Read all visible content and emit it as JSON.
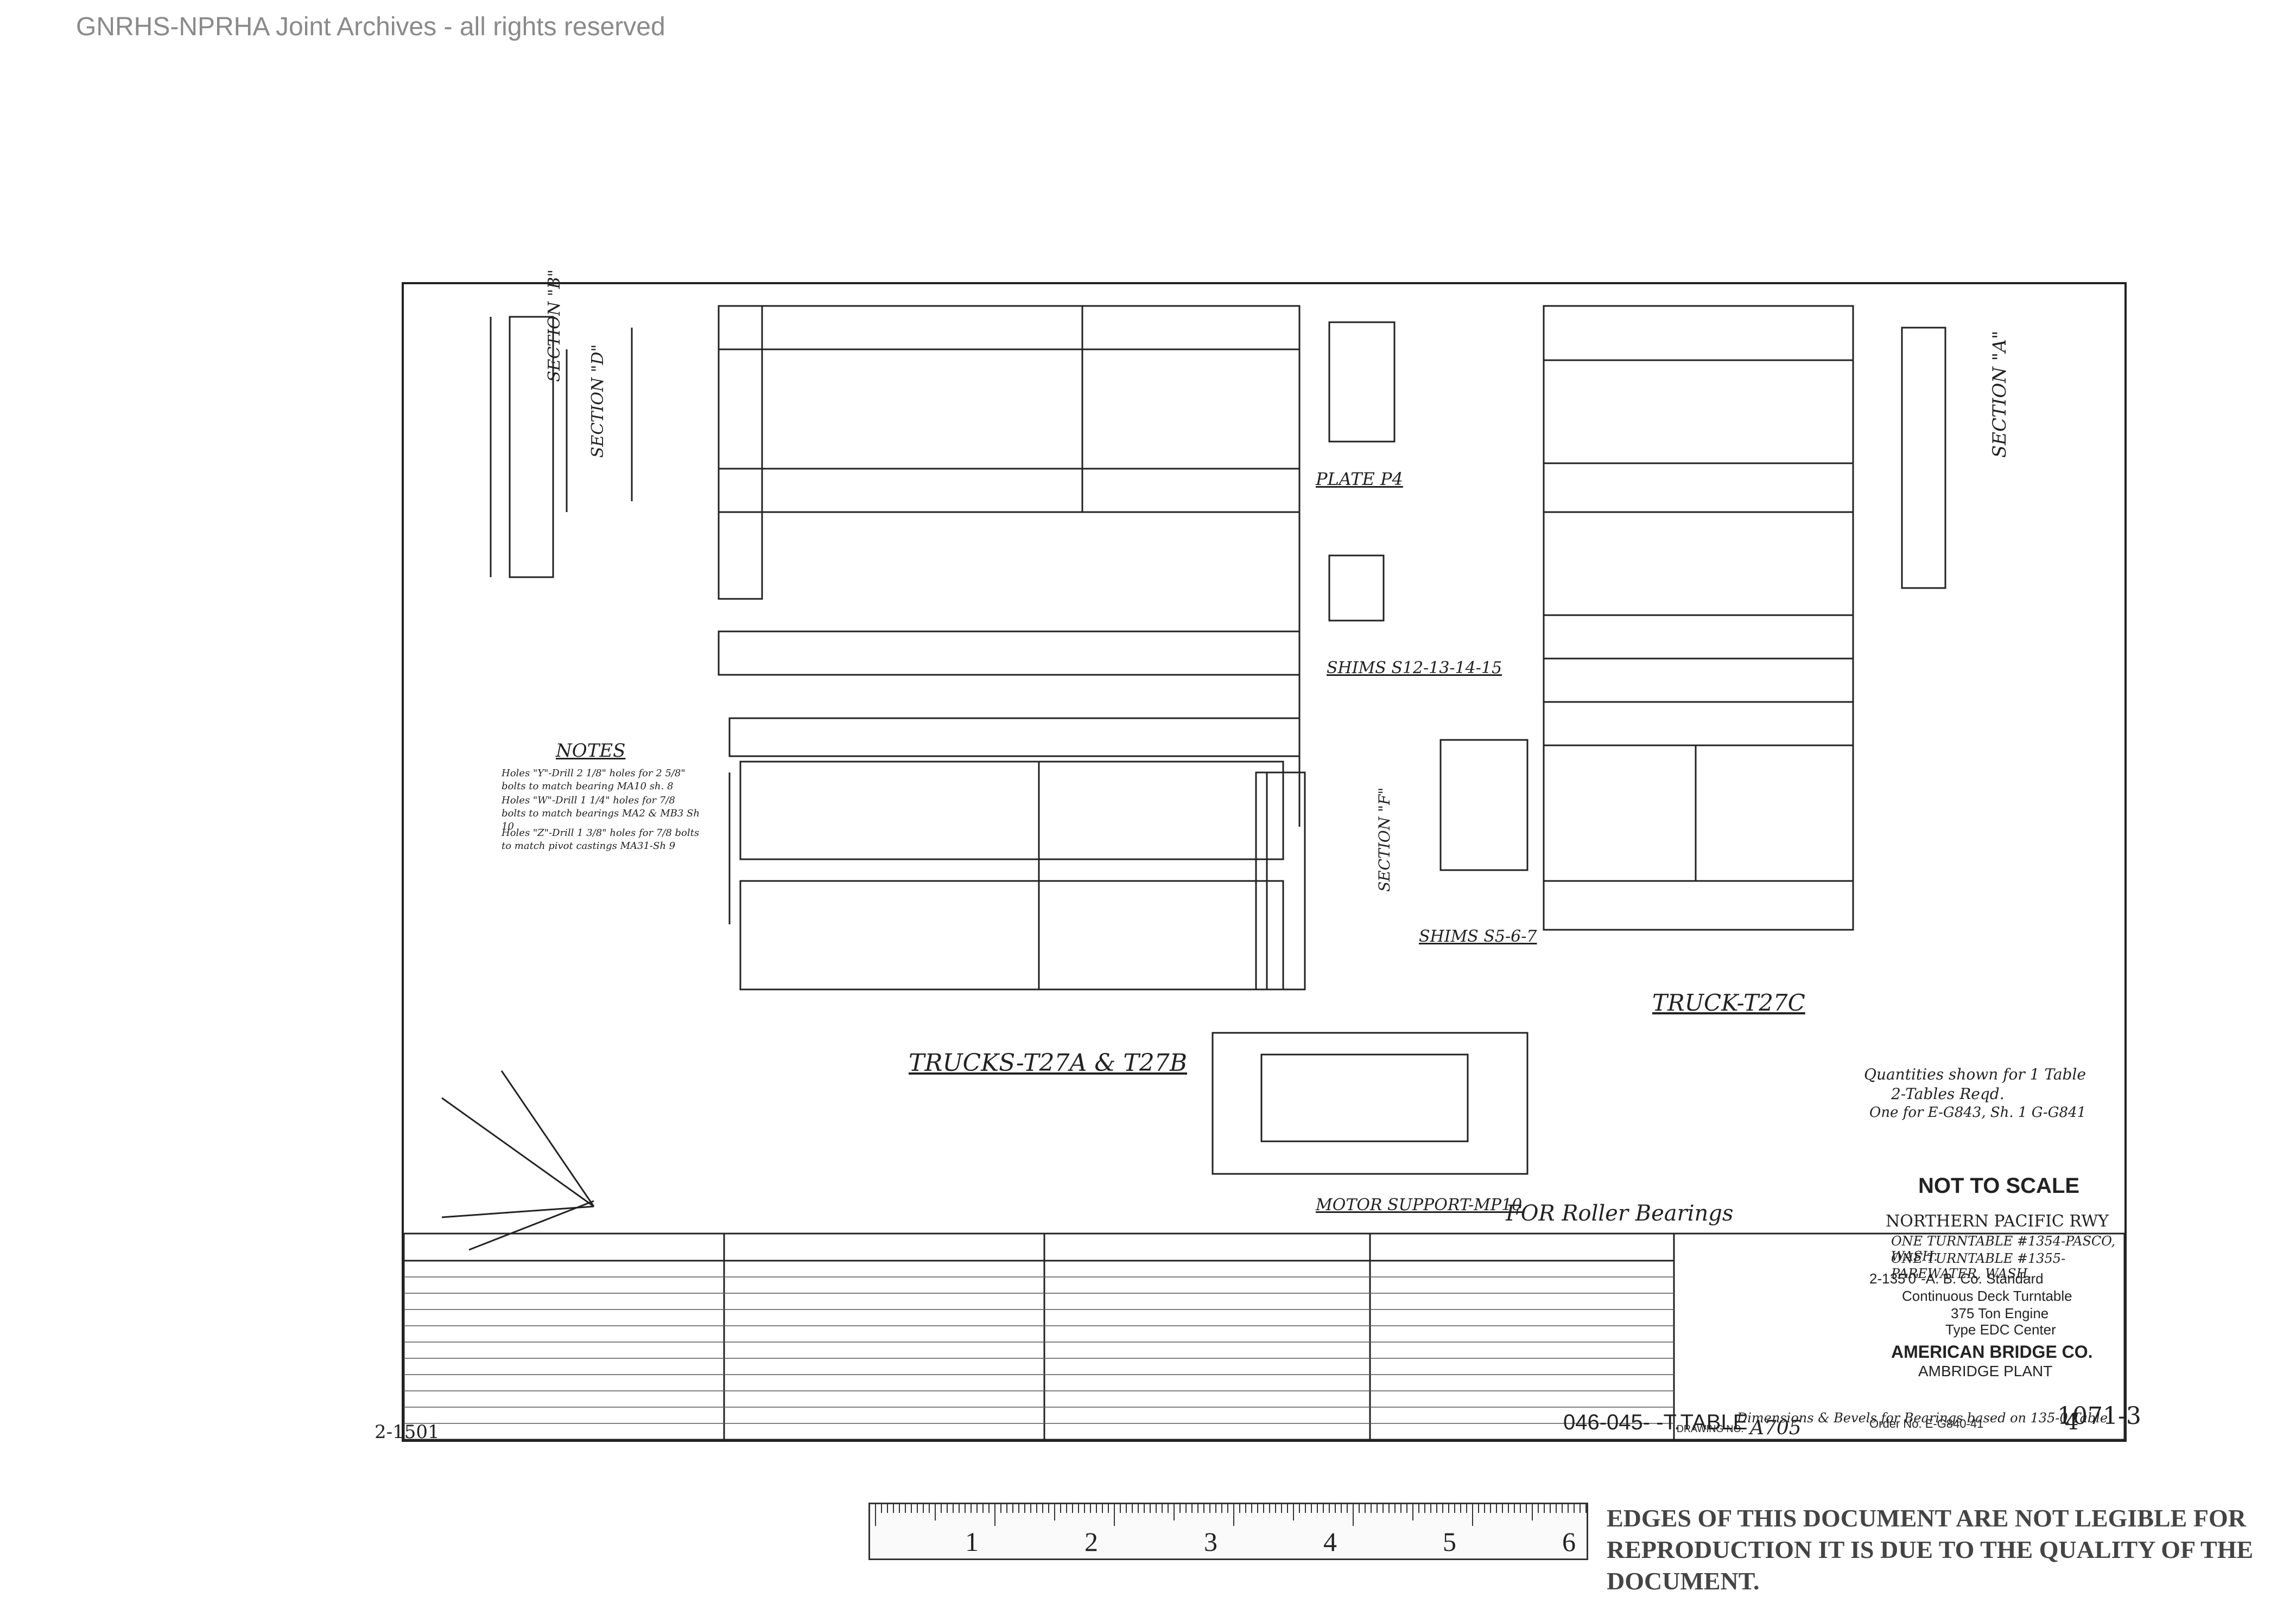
{
  "watermark": "GNRHS-NPRHA Joint Archives - all rights reserved",
  "drawing": {
    "section_b": "SECTION \"B\"",
    "section_d": "SECTION \"D\"",
    "section_a": "SECTION \"A\"",
    "section_f": "SECTION \"F\"",
    "plate_p4": "PLATE P4",
    "shims_1": "SHIMS S12-13-14-15",
    "shims_2": "SHIMS S5-6-7",
    "trucks_ab": "TRUCKS-T27A & T27B",
    "truck_c": "TRUCK-T27C",
    "motor_support": "MOTOR SUPPORT-MP10",
    "roller_bearings": "FOR Roller Bearings",
    "notes_title": "NOTES",
    "notes": [
      "Holes \"Y\"-Drill 2 1/8\" holes for 2 5/8\" bolts to match bearing MA10 sh. 8",
      "Holes \"W\"-Drill 1 1/4\" holes for 7/8 bolts to match bearings MA2 & MB3 Sh 10",
      "Holes \"Z\"-Drill 1 3/8\" holes for 7/8 bolts to match pivot castings MA31-Sh 9"
    ],
    "quantities": [
      "Quantities shown for 1 Table",
      "2-Tables Reqd.",
      "One for E-G843, Sh. 1 G-G841"
    ],
    "not_to_scale": "NOT TO SCALE",
    "railway": "NORTHERN PACIFIC RWY",
    "turntable_1": "ONE TURNTABLE #1354-PASCO, WASH.",
    "turntable_2": "ONE TURNTABLE #1355-PAREWATER, WASH.",
    "standard": "2-135'0\"-A. B. Co. Standard",
    "deck": "Continuous Deck Turntable",
    "engine": "375 Ton Engine",
    "type": "Type EDC Center",
    "company": "AMERICAN BRIDGE CO.",
    "plant": "AMBRIDGE PLANT",
    "drawing_no_label": "DRAWING NO.",
    "drawing_no": "A705",
    "sheet_no": "4",
    "order_no": "Order No. E-G840-41",
    "bottom_code": "046-045- -T.TABLE",
    "bottom_note": "Dimensions & Bevels for Bearings based on 135-0 Table",
    "file_no": "1071-3",
    "edge_no": "2-1501"
  },
  "ruler": {
    "numbers": [
      "1",
      "2",
      "3",
      "4",
      "5",
      "6"
    ]
  },
  "disclaimer": "EDGES OF THIS DOCUMENT ARE NOT LEGIBLE FOR REPRODUCTION IT IS DUE TO THE QUALITY OF THE DOCUMENT."
}
